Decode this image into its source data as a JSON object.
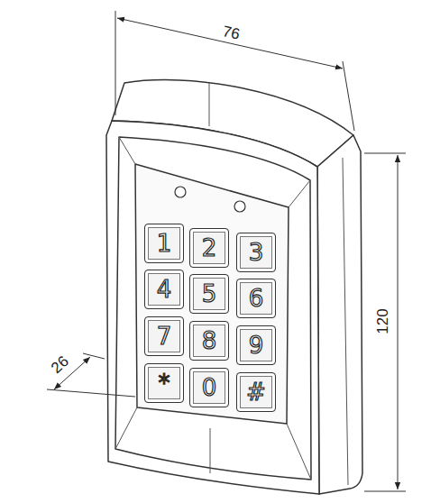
{
  "diagram": {
    "nodes": [
      {
        "text": [
          "1"
        ]
      },
      {
        "text": [
          "2"
        ]
      },
      {
        "text": [
          "3"
        ]
      },
      {
        "text": [
          "4"
        ]
      },
      {
        "text": [
          "5"
        ]
      },
      {
        "text": [
          "6"
        ]
      },
      {
        "text": [
          "7"
        ]
      },
      {
        "text": [
          "8"
        ]
      },
      {
        "text": [
          "9"
        ]
      },
      {
        "text": [
          "*"
        ]
      },
      {
        "text": [
          "0"
        ]
      },
      {
        "text": [
          "#"
        ]
      }
    ],
    "labels": [
      "76",
      "120",
      "26"
    ]
  }
}
